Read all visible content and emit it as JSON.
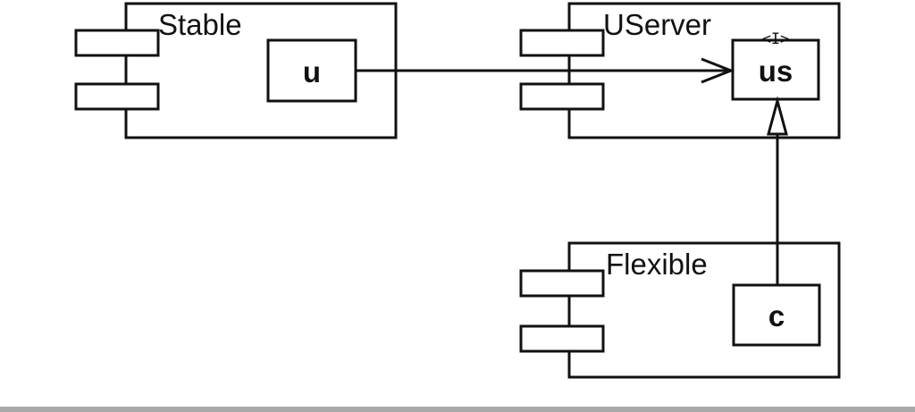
{
  "components": {
    "stable": {
      "title": "Stable",
      "port": "u"
    },
    "userver": {
      "title": "UServer",
      "port": "us",
      "stereotype": "<I>"
    },
    "flexible": {
      "title": "Flexible",
      "port": "c"
    }
  }
}
